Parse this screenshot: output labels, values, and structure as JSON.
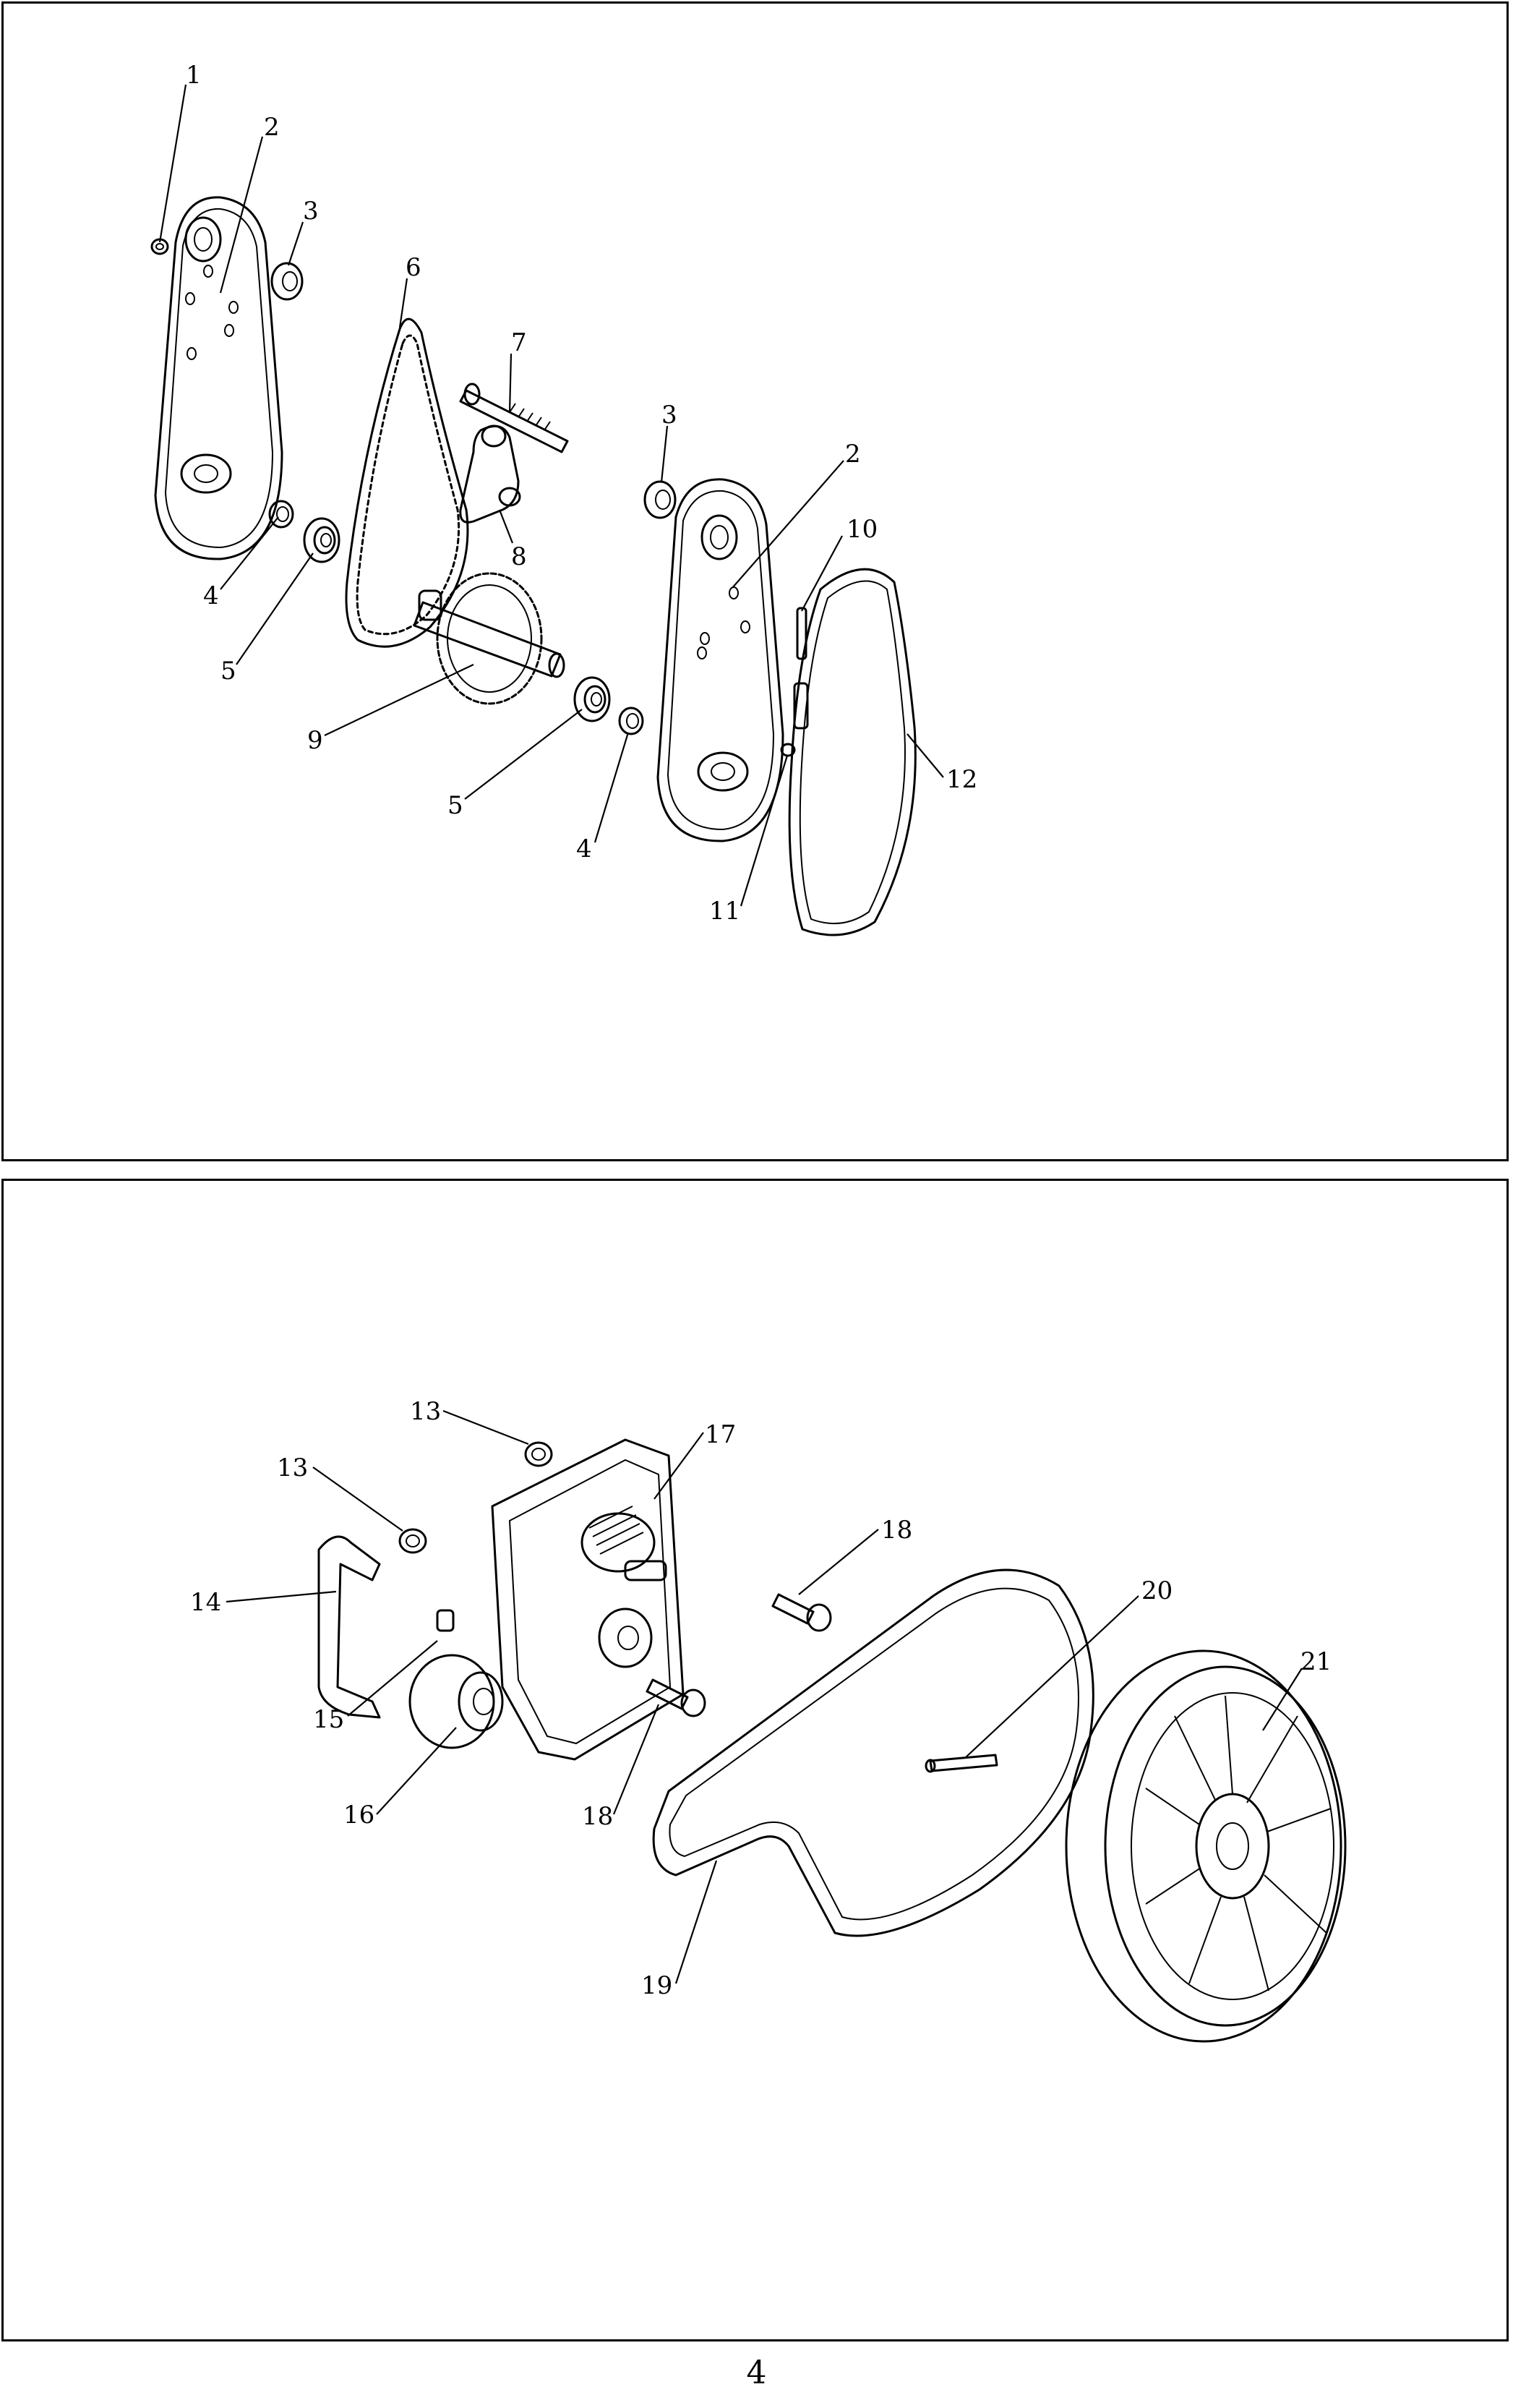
{
  "diagram_top": {
    "labels": [
      "1",
      "2",
      "3",
      "6",
      "7",
      "3",
      "2",
      "10",
      "4",
      "8",
      "5",
      "9",
      "12",
      "5",
      "4",
      "11"
    ]
  },
  "diagram_bottom": {
    "labels": [
      "13",
      "17",
      "13",
      "18",
      "14",
      "20",
      "21",
      "15",
      "18",
      "16",
      "19"
    ]
  },
  "page_number": "4"
}
